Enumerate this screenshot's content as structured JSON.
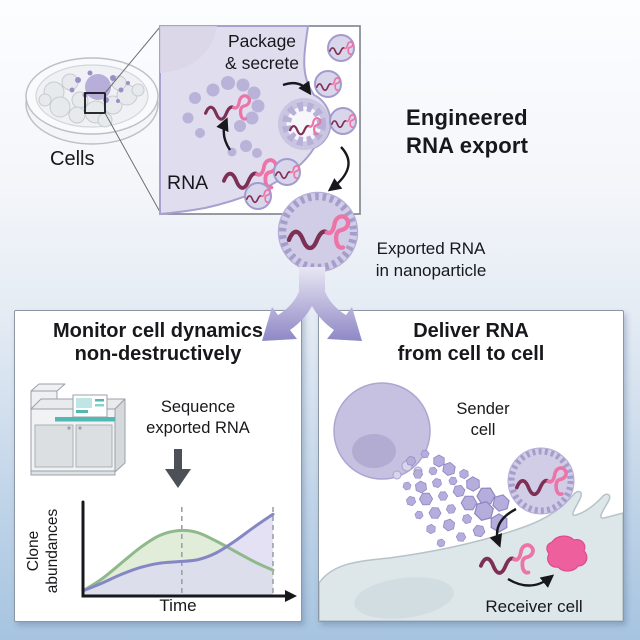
{
  "colors": {
    "accent_purple": "#9b93c9",
    "split_arrow_dark": "#8e88c5",
    "rna_dark": "#7d3054",
    "rna_pink": "#ec74a7",
    "protein_pink": "#ee5f9e",
    "cell_lavender": "#e0ddef",
    "teal_screen": "#53b8b3",
    "background_top": "#fcfdff",
    "background_bottom": "#a6c4e0"
  },
  "top": {
    "cells_label": "Cells",
    "inset_title_line1": "Package",
    "inset_title_line2": "& secrete",
    "rna_label": "RNA",
    "headline_line1": "Engineered",
    "headline_line2": "RNA export",
    "exported_caption_line1": "Exported RNA",
    "exported_caption_line2": "in nanoparticle"
  },
  "monitor_panel": {
    "title_line1": "Monitor cell dynamics",
    "title_line2": "non-destructively",
    "caption_line1": "Sequence",
    "caption_line2": "exported RNA"
  },
  "deliver_panel": {
    "title_line1": "Deliver RNA",
    "title_line2": "from cell to cell",
    "sender_line1": "Sender",
    "sender_line2": "cell",
    "receiver_label": "Receiver cell"
  },
  "chart_data": {
    "type": "area",
    "title": "",
    "xlabel": "Time",
    "ylabel": "Clone abundances",
    "x": [
      0,
      0.1,
      0.2,
      0.3,
      0.4,
      0.5,
      0.6,
      0.7,
      0.8,
      0.9,
      1.0
    ],
    "series": [
      {
        "name": "green clone abundance",
        "color": "#8fb98a",
        "fill": "#d9e9cf",
        "values": [
          0.06,
          0.2,
          0.38,
          0.56,
          0.7,
          0.76,
          0.74,
          0.64,
          0.52,
          0.4,
          0.3
        ]
      },
      {
        "name": "purple clone abundance",
        "color": "#8487c3",
        "fill": "#dcdaf0",
        "values": [
          0.06,
          0.15,
          0.25,
          0.33,
          0.38,
          0.4,
          0.42,
          0.5,
          0.64,
          0.8,
          0.95
        ]
      }
    ],
    "dashed_vlines_x": [
      0.52,
      1.0
    ],
    "xlim": [
      0,
      1
    ],
    "ylim": [
      0,
      1
    ],
    "grid": false,
    "legend": false,
    "axis_arrow": "x-right"
  }
}
